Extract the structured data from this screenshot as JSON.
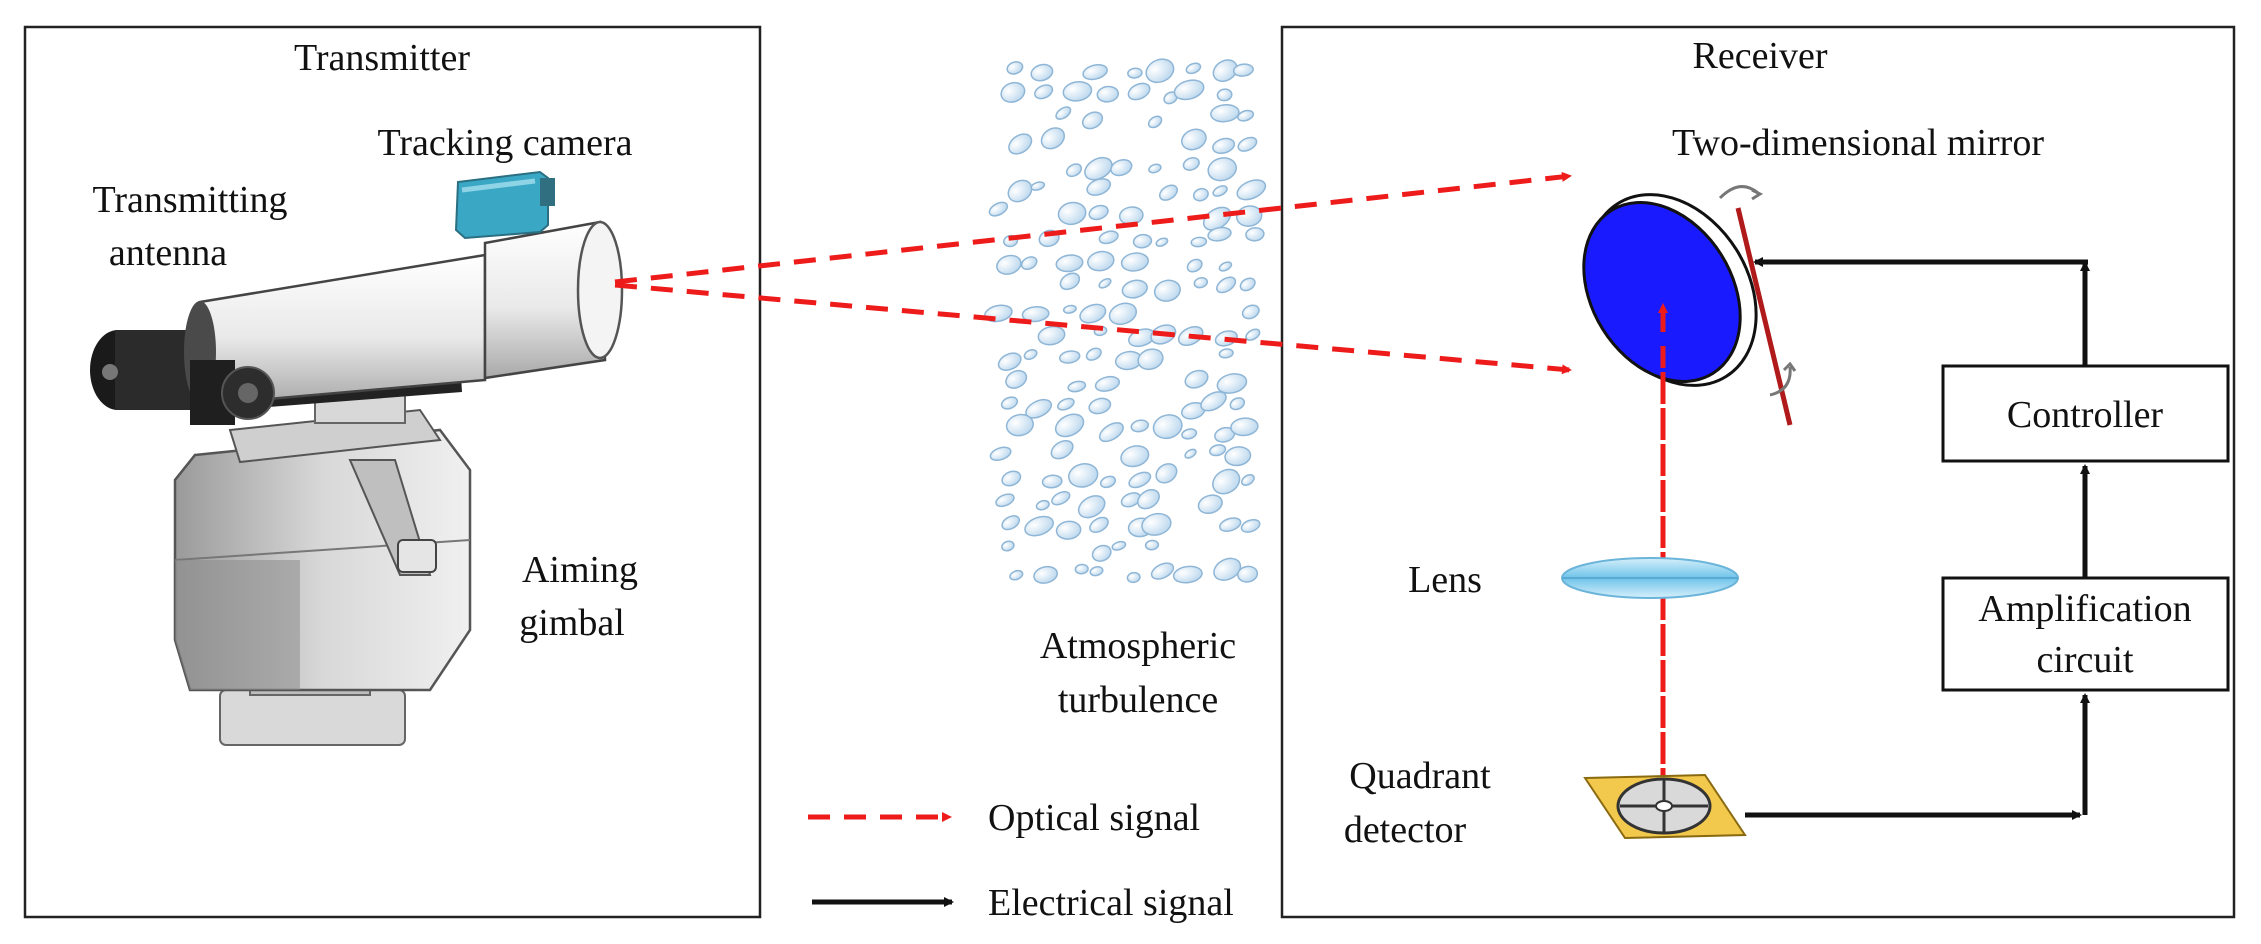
{
  "panels": {
    "transmitter_title": "Transmitter",
    "receiver_title": "Receiver"
  },
  "transmitter": {
    "tracking_camera": "Tracking camera",
    "antenna_line1": "Transmitting",
    "antenna_line2": "antenna",
    "gimbal_line1": "Aiming",
    "gimbal_line2": "gimbal"
  },
  "turbulence": {
    "line1": "Atmospheric",
    "line2": "turbulence"
  },
  "receiver": {
    "mirror": "Two-dimensional mirror",
    "lens": "Lens",
    "detector_line1": "Quadrant",
    "detector_line2": "detector",
    "controller": "Controller",
    "amp_line1": "Amplification",
    "amp_line2": "circuit"
  },
  "legend": {
    "optical": "Optical signal",
    "electrical": "Electrical signal"
  },
  "colors": {
    "optical_signal": "#ee1b1b",
    "electrical_signal": "#111111",
    "mirror_face": "#1a1aff",
    "camera": "#3aa7c4",
    "lens": "#9fd4f0",
    "detector_plate": "#f2c94c"
  },
  "icons": [
    "telescope-icon",
    "camera-icon",
    "gimbal-icon",
    "mirror-icon",
    "lens-icon",
    "quadrant-detector-icon",
    "droplet-icon"
  ]
}
